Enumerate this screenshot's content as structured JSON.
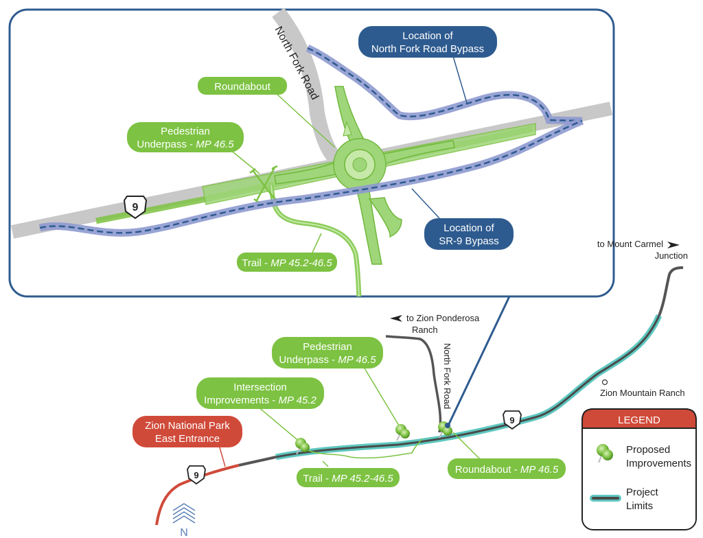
{
  "inset": {
    "road_label": "North Fork Road",
    "labels": {
      "north_bypass": [
        "Location of",
        "North Fork Road Bypass"
      ],
      "roundabout": "Roundabout",
      "ped_line1": "Pedestrian",
      "ped_line2": "Underpass - ",
      "ped_mp": "MP 46.5",
      "sr9_bypass": [
        "Location of",
        "SR-9 Bypass"
      ],
      "trail": "Trail - ",
      "trail_mp": "MP 45.2-46.5"
    },
    "route_shield": "9"
  },
  "overview": {
    "mount_carmel": [
      "to Mount Carmel",
      "Junction"
    ],
    "ponderosa": [
      "to Zion Ponderosa",
      "Ranch"
    ],
    "north_fork_road": "North Fork Road",
    "mountain_ranch": "Zion Mountain Ranch",
    "pedestrian": {
      "line1": "Pedestrian",
      "line2": "Underpass - ",
      "mp": "MP 46.5"
    },
    "intersection": {
      "line1": "Intersection",
      "line2": "Improvements - ",
      "mp": "MP 45.2"
    },
    "entrance": [
      "Zion National Park",
      "East Entrance"
    ],
    "trail": {
      "text": "Trail - ",
      "mp": "MP 45.2-46.5"
    },
    "roundabout": {
      "text": "Roundabout - ",
      "mp": "MP 46.5"
    },
    "shield": "9",
    "north": "N"
  },
  "legend": {
    "title": "LEGEND",
    "proposed": [
      "Proposed",
      "Improvements"
    ],
    "limits": [
      "Project",
      "Limits"
    ]
  },
  "colors": {
    "green": "#7dc242",
    "blue_label": "#2e5b8f",
    "red_label": "#d04a3a",
    "road_gray": "#c8c8c8",
    "project_teal": "#5ec8c0"
  }
}
